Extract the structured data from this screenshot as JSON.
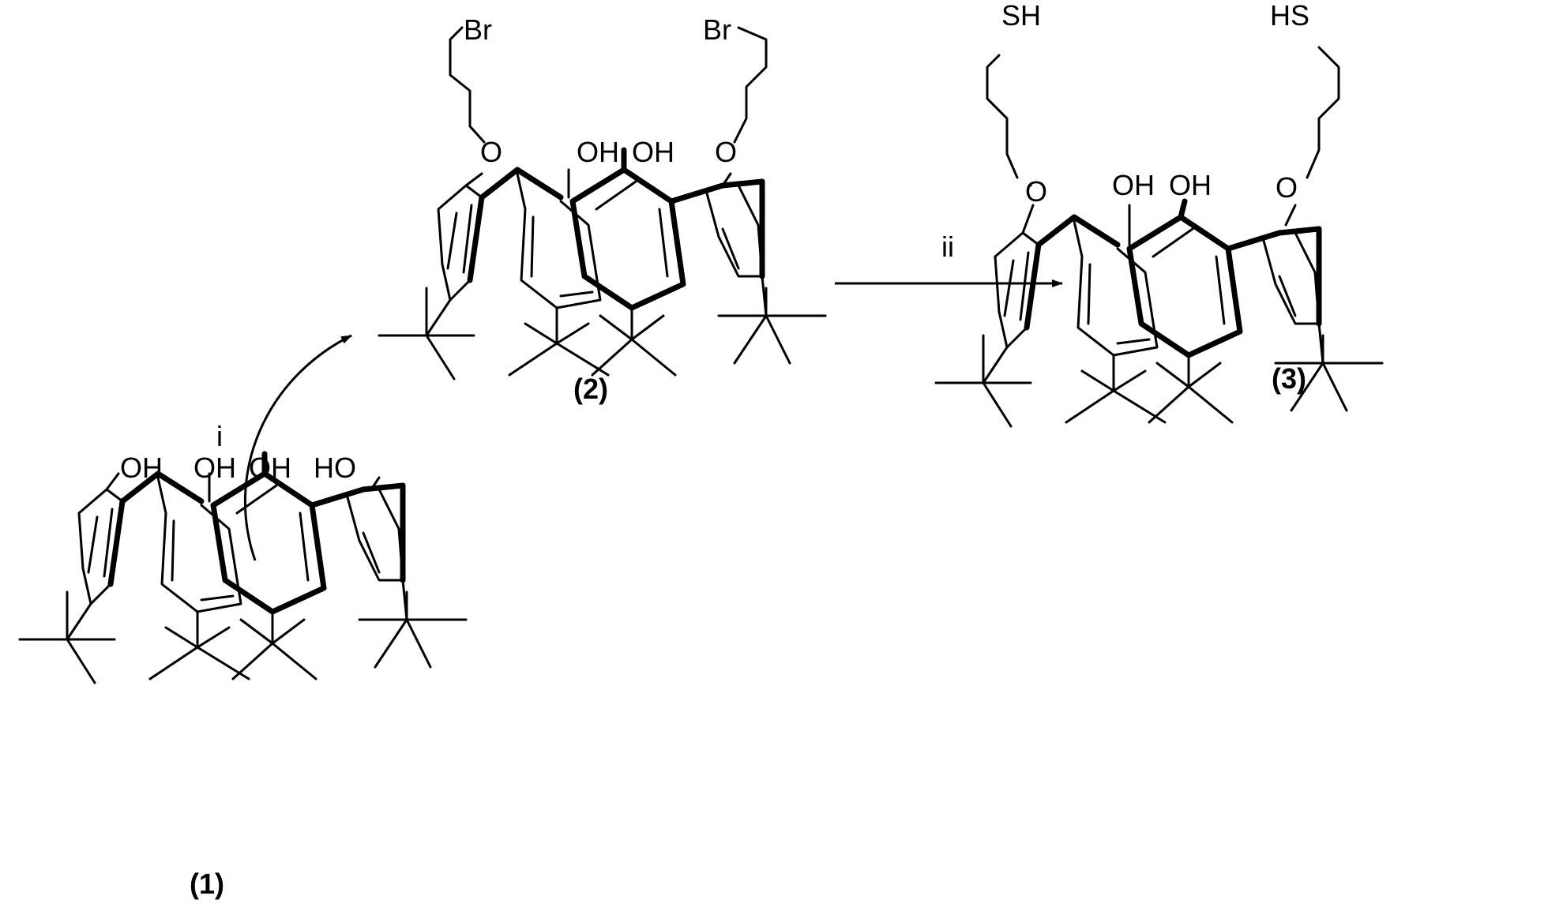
{
  "compounds": [
    {
      "id": "1",
      "label": "(1)",
      "substituents": {
        "oh_1": "OH",
        "oh_2": "OH",
        "oh_3": "OH",
        "oh_4": "HO"
      }
    },
    {
      "id": "2",
      "label": "(2)",
      "substituents": {
        "br_left": "Br",
        "br_right": "Br",
        "o_left": "O",
        "oh_1": "OH",
        "oh_2": "OH",
        "o_right": "O"
      }
    },
    {
      "id": "3",
      "label": "(3)",
      "substituents": {
        "sh_left": "SH",
        "sh_right": "HS",
        "o_left": "O",
        "oh_1": "OH",
        "oh_2": "OH",
        "o_right": "O"
      }
    }
  ],
  "reactions": [
    {
      "step": "i",
      "from": "1",
      "to": "2"
    },
    {
      "step": "ii",
      "from": "2",
      "to": "3"
    }
  ]
}
